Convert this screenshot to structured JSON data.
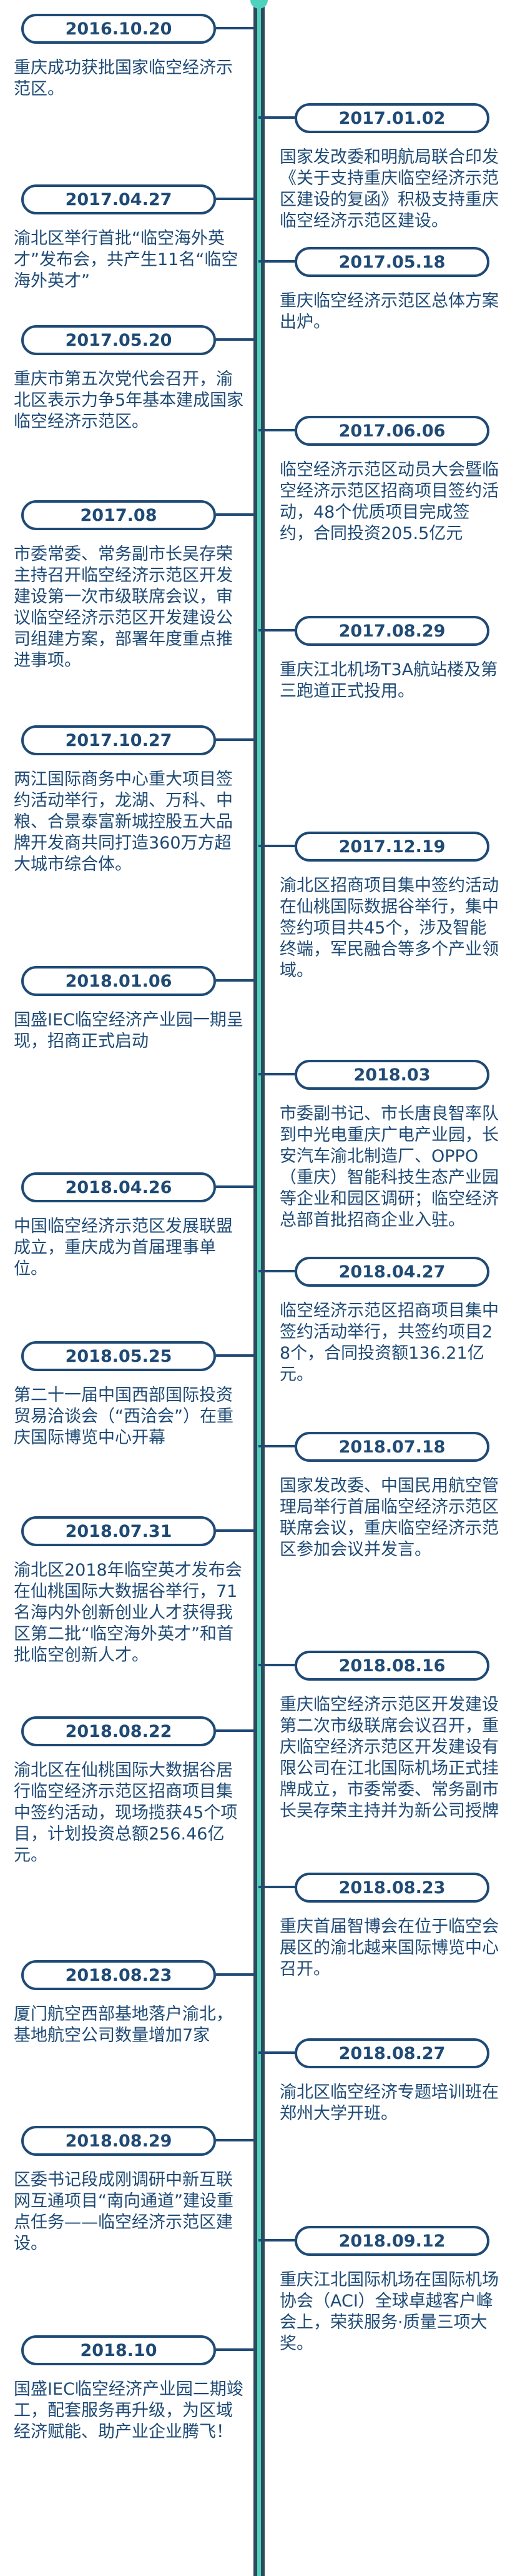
{
  "timeline": {
    "entries": [
      {
        "side": "left",
        "date": "2016.10.20",
        "text": "重庆成功获批国家临空经济示范区。"
      },
      {
        "side": "right",
        "date": "2017.01.02",
        "text": "国家发改委和明航局联合印发《关于支持重庆临空经济示范区建设的复函》积极支持重庆临空经济示范区建设。"
      },
      {
        "side": "left",
        "date": "2017.04.27",
        "text": "渝北区举行首批“临空海外英才”发布会，共产生11名“临空海外英才”"
      },
      {
        "side": "right",
        "date": "2017.05.18",
        "text": "重庆临空经济示范区总体方案出炉。"
      },
      {
        "side": "left",
        "date": "2017.05.20",
        "text": "重庆市第五次党代会召开，渝北区表示力争5年基本建成国家临空经济示范区。"
      },
      {
        "side": "right",
        "date": "2017.06.06",
        "text": "临空经济示范区动员大会暨临空经济示范区招商项目签约活动，48个优质项目完成签约，合同投资205.5亿元"
      },
      {
        "side": "left",
        "date": "2017.08",
        "text": "市委常委、常务副市长吴存荣主持召开临空经济示范区开发建设第一次市级联席会议，审议临空经济示范区开发建设公司组建方案，部署年度重点推进事项。"
      },
      {
        "side": "right",
        "date": "2017.08.29",
        "text": "重庆江北机场T3A航站楼及第三跑道正式投用。"
      },
      {
        "side": "left",
        "date": "2017.10.27",
        "text": "两江国际商务中心重大项目签约活动举行，龙湖、万科、中粮、合景泰富新城控股五大品牌开发商共同打造360万方超大城市综合体。"
      },
      {
        "side": "right",
        "date": "2017.12.19",
        "text": "渝北区招商项目集中签约活动在仙桃国际数据谷举行，集中签约项目共45个，涉及智能终端，军民融合等多个产业领域。"
      },
      {
        "side": "left",
        "date": "2018.01.06",
        "text": "国盛IEC临空经济产业园一期呈现，招商正式启动"
      },
      {
        "side": "right",
        "date": "2018.03",
        "text": "市委副书记、市长唐良智率队到中光电重庆广电产业园，长安汽车渝北制造厂、OPPO（重庆）智能科技生态产业园等企业和园区调研；临空经济总部首批招商企业入驻。"
      },
      {
        "side": "left",
        "date": "2018.04.26",
        "text": "中国临空经济示范区发展联盟成立，重庆成为首届理事单位。"
      },
      {
        "side": "right",
        "date": "2018.04.27",
        "text": "临空经济示范区招商项目集中签约活动举行，共签约项目28个，合同投资额136.21亿元。"
      },
      {
        "side": "left",
        "date": "2018.05.25",
        "text": "第二十一届中国西部国际投资贸易洽谈会（“西洽会”）在重庆国际博览中心开幕"
      },
      {
        "side": "right",
        "date": "2018.07.18",
        "text": "国家发改委、中国民用航空管理局举行首届临空经济示范区联席会议，重庆临空经济示范区参加会议并发言。"
      },
      {
        "side": "left",
        "date": "2018.07.31",
        "text": "渝北区2018年临空英才发布会在仙桃国际大数据谷举行，71名海内外创新创业人才获得我区第二批“临空海外英才”和首批临空创新人才。"
      },
      {
        "side": "right",
        "date": "2018.08.16",
        "text": "重庆临空经济示范区开发建设第二次市级联席会议召开，重庆临空经济示范区开发建设有限公司在江北国际机场正式挂牌成立，市委常委、常务副市长吴存荣主持并为新公司授牌"
      },
      {
        "side": "left",
        "date": "2018.08.22",
        "text": "渝北区在仙桃国际大数据谷居行临空经济示范区招商项目集中签约活动，现场揽获45个项目，计划投资总额256.46亿元。"
      },
      {
        "side": "right",
        "date": "2018.08.23",
        "text": "重庆首届智博会在位于临空会展区的渝北越来国际博览中心召开。"
      },
      {
        "side": "left",
        "date": "2018.08.23",
        "text": "厦门航空西部基地落户渝北，基地航空公司数量增加7家"
      },
      {
        "side": "right",
        "date": "2018.08.27",
        "text": "渝北区临空经济专题培训班在郑州大学开班。"
      },
      {
        "side": "left",
        "date": "2018.08.29",
        "text": "区委书记段成刚调研中新互联网互通项目“南向通道”建设重点任务——临空经济示范区建设。"
      },
      {
        "side": "right",
        "date": "2018.09.12",
        "text": "重庆江北国际机场在国际机场协会（ACI）全球卓越客户峰会上，荣获服务·质量三项大奖。"
      },
      {
        "side": "left",
        "date": "2018.10",
        "text": "国盛IEC临空经济产业园二期竣工，配套服务再升级，为区域经济赋能、助产业企业腾飞！"
      }
    ]
  }
}
